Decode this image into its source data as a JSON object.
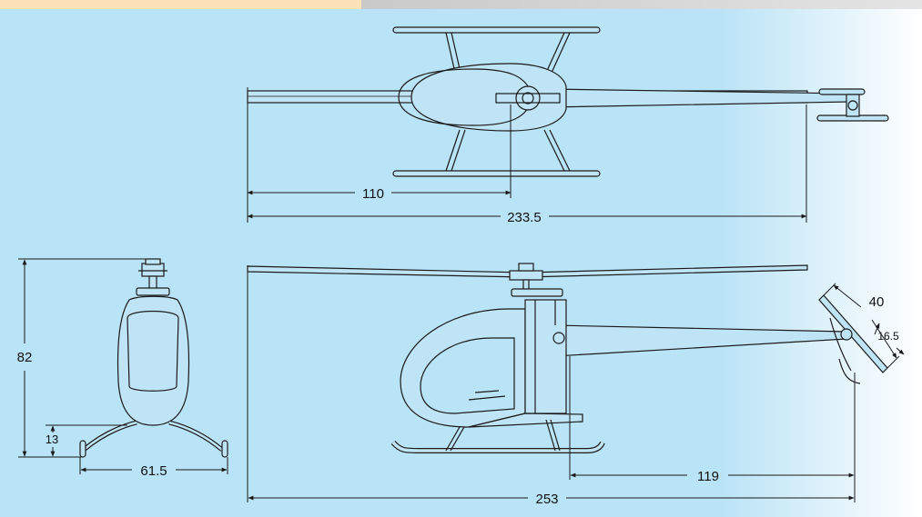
{
  "colors": {
    "top_bar_left": "#fde1b7",
    "top_bar_right": "#d6d6d6",
    "background_left": "#b9e3f6",
    "background_right": "#ffffff",
    "helicopter_fill": "#bfe4f5",
    "line": "#1a1a1a"
  },
  "dimensions": {
    "top_view": {
      "length_to_rotor_mast": "110",
      "overall_length": "233.5"
    },
    "front_view": {
      "height": "82",
      "skid_height": "13",
      "skid_width": "61.5"
    },
    "side_view": {
      "main_rotor_span": "253",
      "tail_boom_length": "119",
      "tail_rotor_diameter": "40",
      "tail_rotor_offset": "16.5"
    }
  }
}
